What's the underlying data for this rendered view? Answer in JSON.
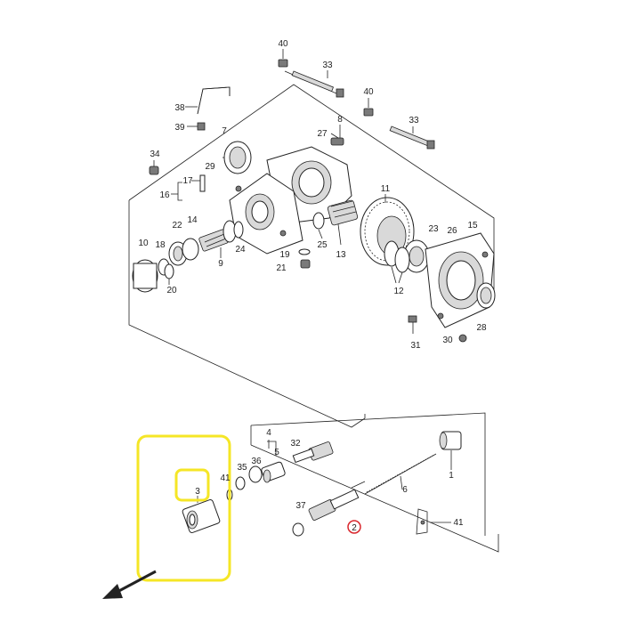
{
  "parts": [
    {
      "id": "p40a",
      "label": "40"
    },
    {
      "id": "p33a",
      "label": "33"
    },
    {
      "id": "p40b",
      "label": "40"
    },
    {
      "id": "p33b",
      "label": "33"
    },
    {
      "id": "p38",
      "label": "38"
    },
    {
      "id": "p39",
      "label": "39"
    },
    {
      "id": "p7",
      "label": "7"
    },
    {
      "id": "p8",
      "label": "8"
    },
    {
      "id": "p27",
      "label": "27"
    },
    {
      "id": "p29",
      "label": "29"
    },
    {
      "id": "p34",
      "label": "34"
    },
    {
      "id": "p17",
      "label": "17"
    },
    {
      "id": "p16",
      "label": "16"
    },
    {
      "id": "p11",
      "label": "11"
    },
    {
      "id": "p22",
      "label": "22"
    },
    {
      "id": "p14",
      "label": "14"
    },
    {
      "id": "p10",
      "label": "10"
    },
    {
      "id": "p18",
      "label": "18"
    },
    {
      "id": "p9",
      "label": "9"
    },
    {
      "id": "p24",
      "label": "24"
    },
    {
      "id": "p19",
      "label": "19"
    },
    {
      "id": "p25",
      "label": "25"
    },
    {
      "id": "p13",
      "label": "13"
    },
    {
      "id": "p23",
      "label": "23"
    },
    {
      "id": "p26",
      "label": "26"
    },
    {
      "id": "p15",
      "label": "15"
    },
    {
      "id": "p21",
      "label": "21"
    },
    {
      "id": "p20",
      "label": "20"
    },
    {
      "id": "p12",
      "label": "12"
    },
    {
      "id": "p31",
      "label": "31"
    },
    {
      "id": "p30",
      "label": "30"
    },
    {
      "id": "p28",
      "label": "28"
    },
    {
      "id": "p4",
      "label": "4"
    },
    {
      "id": "p32",
      "label": "32"
    },
    {
      "id": "p36",
      "label": "36"
    },
    {
      "id": "p5",
      "label": "5"
    },
    {
      "id": "p35",
      "label": "35"
    },
    {
      "id": "p41a",
      "label": "41"
    },
    {
      "id": "p6",
      "label": "6"
    },
    {
      "id": "p1",
      "label": "1"
    },
    {
      "id": "p37",
      "label": "37"
    },
    {
      "id": "p2",
      "label": "2"
    },
    {
      "id": "p41b",
      "label": "41"
    },
    {
      "id": "p3",
      "label": "3"
    }
  ],
  "colors": {
    "highlight": "#f5e626",
    "marker": "#d9262c",
    "line": "#222222"
  }
}
